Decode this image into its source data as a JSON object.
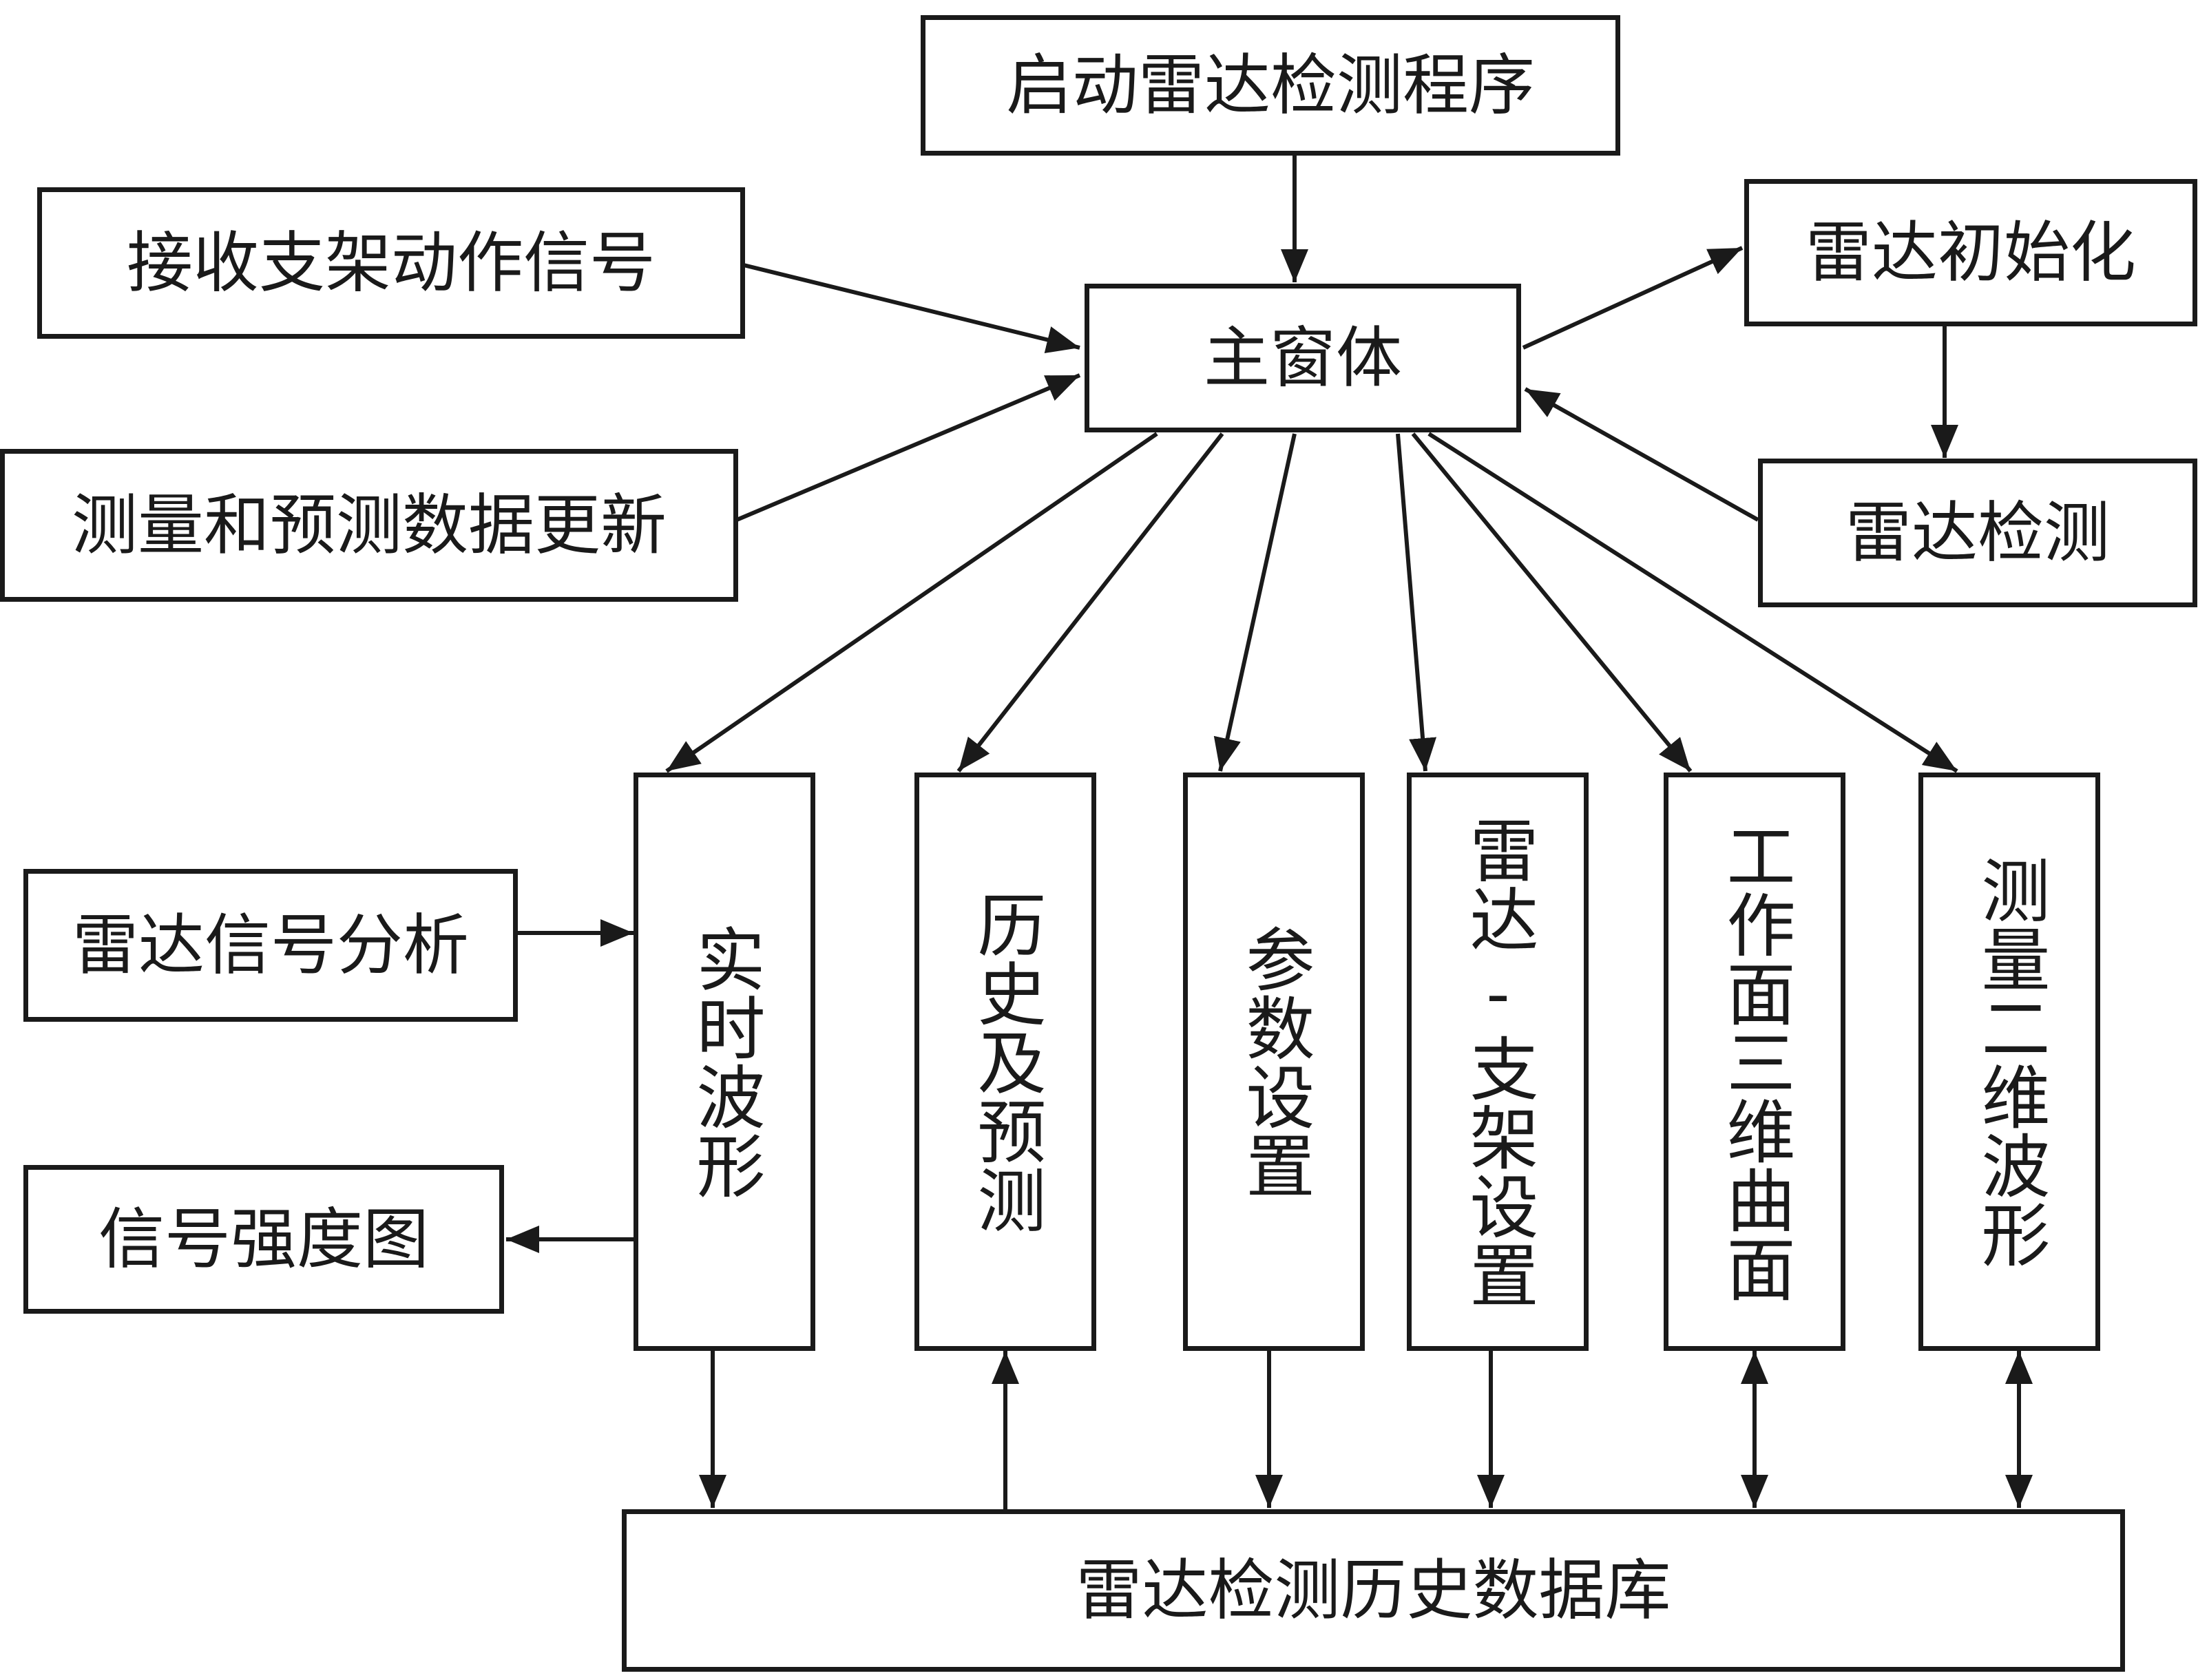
{
  "nodes": {
    "start": "启动雷达检测程序",
    "main_window": "主窗体",
    "receive_signal": "接收支架动作信号",
    "data_update": "测量和预测数据更新",
    "radar_init": "雷达初始化",
    "radar_detect": "雷达检测",
    "radar_signal_analysis": "雷达信号分析",
    "signal_strength": "信号强度图",
    "realtime_waveform": "实时波形",
    "history_prediction": "历史及预测",
    "param_settings": "参数设置",
    "radar_support_settings": "雷达-支架设置",
    "workface_3d": "工作面三维曲面",
    "measure_2d": "测量二维波形",
    "history_db": "雷达检测历史数据库"
  },
  "edges": [
    {
      "from": "start",
      "to": "main_window"
    },
    {
      "from": "receive_signal",
      "to": "main_window"
    },
    {
      "from": "data_update",
      "to": "main_window"
    },
    {
      "from": "main_window",
      "to": "radar_init"
    },
    {
      "from": "radar_init",
      "to": "radar_detect"
    },
    {
      "from": "radar_detect",
      "to": "main_window"
    },
    {
      "from": "main_window",
      "to": "realtime_waveform"
    },
    {
      "from": "main_window",
      "to": "history_prediction"
    },
    {
      "from": "main_window",
      "to": "param_settings"
    },
    {
      "from": "main_window",
      "to": "radar_support_settings"
    },
    {
      "from": "main_window",
      "to": "workface_3d"
    },
    {
      "from": "main_window",
      "to": "measure_2d"
    },
    {
      "from": "radar_signal_analysis",
      "to": "realtime_waveform"
    },
    {
      "from": "realtime_waveform",
      "to": "signal_strength"
    },
    {
      "from": "realtime_waveform",
      "to": "history_db"
    },
    {
      "from": "history_db",
      "to": "history_prediction"
    },
    {
      "from": "param_settings",
      "to": "history_db"
    },
    {
      "from": "radar_support_settings",
      "to": "history_db"
    },
    {
      "from": "workface_3d",
      "to": "history_db",
      "bidirectional": true
    },
    {
      "from": "measure_2d",
      "to": "history_db",
      "bidirectional": true
    }
  ]
}
